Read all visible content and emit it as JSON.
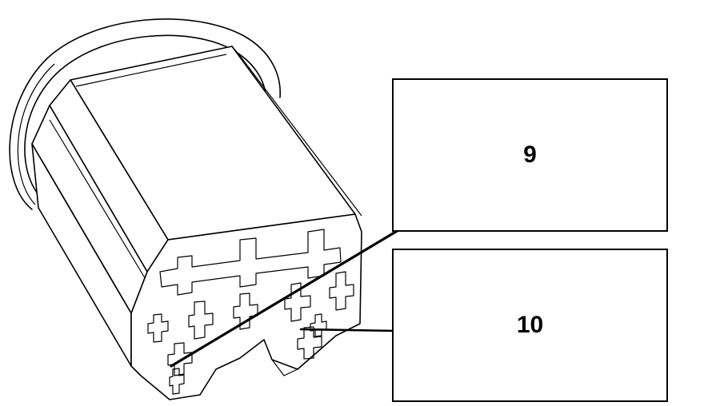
{
  "callouts": [
    {
      "id": "9",
      "label": "9"
    },
    {
      "id": "10",
      "label": "10"
    }
  ]
}
